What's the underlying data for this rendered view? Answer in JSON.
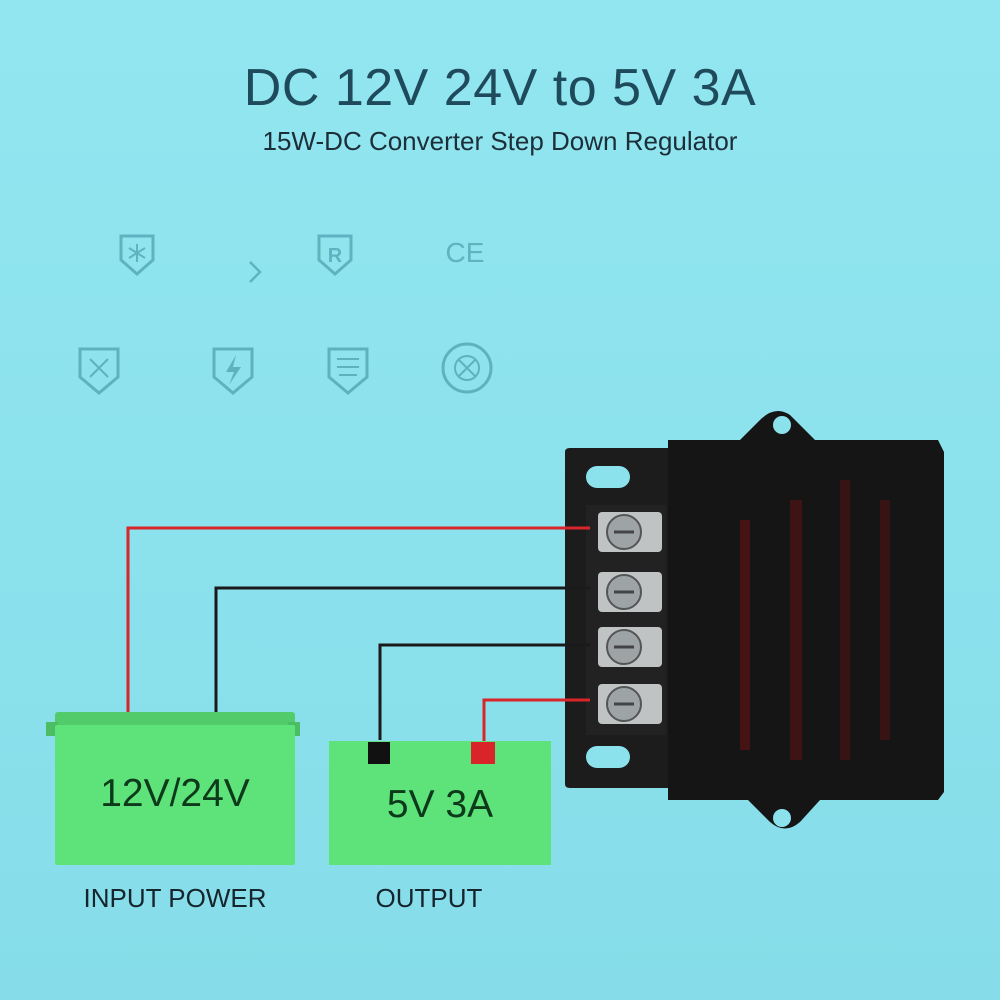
{
  "header": {
    "title": "DC 12V 24V to 5V 3A",
    "subtitle": "15W-DC Converter Step Down Regulator"
  },
  "features": [
    {
      "icon": "snowflake-shield-icon",
      "label": ""
    },
    {
      "icon": "chevron-right-icon",
      "label": ""
    },
    {
      "icon": "r-shield-icon",
      "label": ""
    },
    {
      "icon": "ce-mark-icon",
      "label": ""
    },
    {
      "icon": "short-circuit-shield-icon",
      "label": ""
    },
    {
      "icon": "lightning-shield-icon",
      "label": ""
    },
    {
      "icon": "thermal-shield-icon",
      "label": ""
    },
    {
      "icon": "cross-circle-icon",
      "label": ""
    }
  ],
  "input_block": {
    "label": "12V/24V",
    "caption": "INPUT POWER",
    "color": "#5ee37a"
  },
  "output_block": {
    "label": "5V 3A",
    "caption": "OUTPUT",
    "color": "#5ee37a"
  },
  "wires": {
    "positive_color": "#d9242a",
    "negative_color": "#1a1a1a"
  },
  "converter": {
    "body_color": "#1a1a1a"
  }
}
